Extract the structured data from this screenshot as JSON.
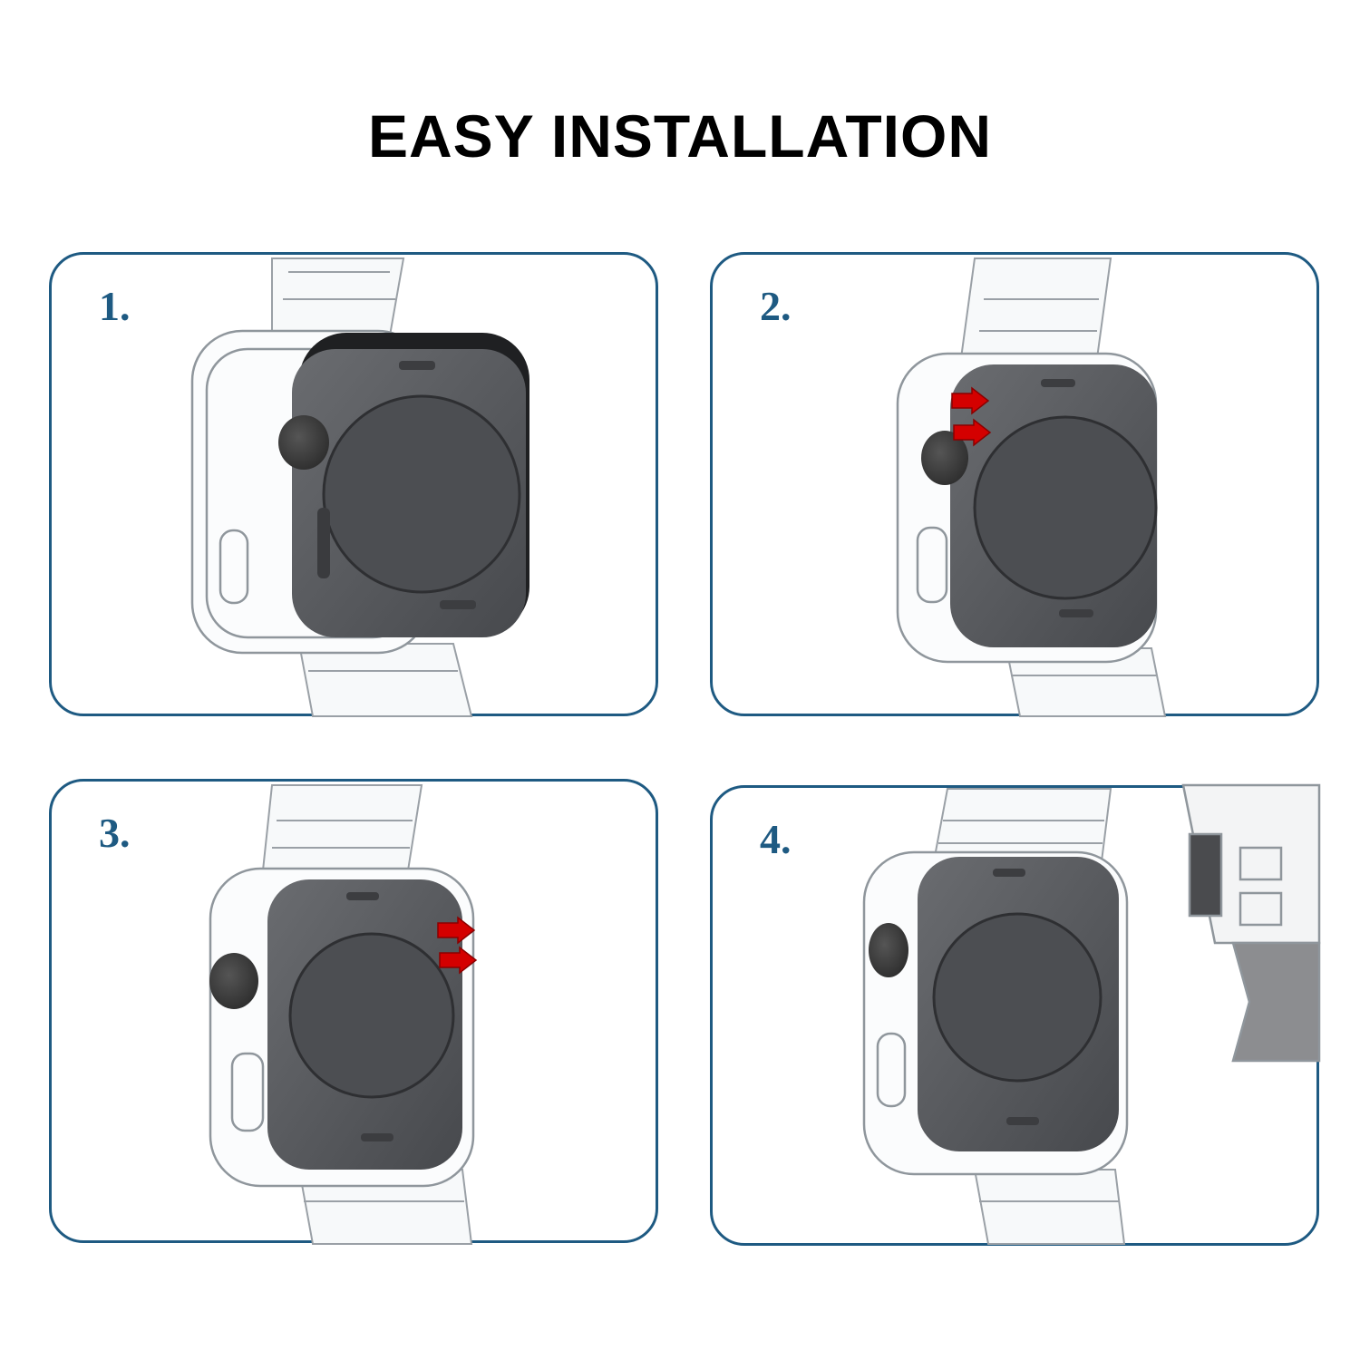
{
  "title": "EASY INSTALLATION",
  "colors": {
    "frame": "#1e5a82",
    "step_number": "#1e5a82",
    "arrow": "#d40000",
    "watch_body": "#55575b"
  },
  "steps": [
    {
      "number": "1."
    },
    {
      "number": "2."
    },
    {
      "number": "3."
    },
    {
      "number": "4."
    }
  ]
}
